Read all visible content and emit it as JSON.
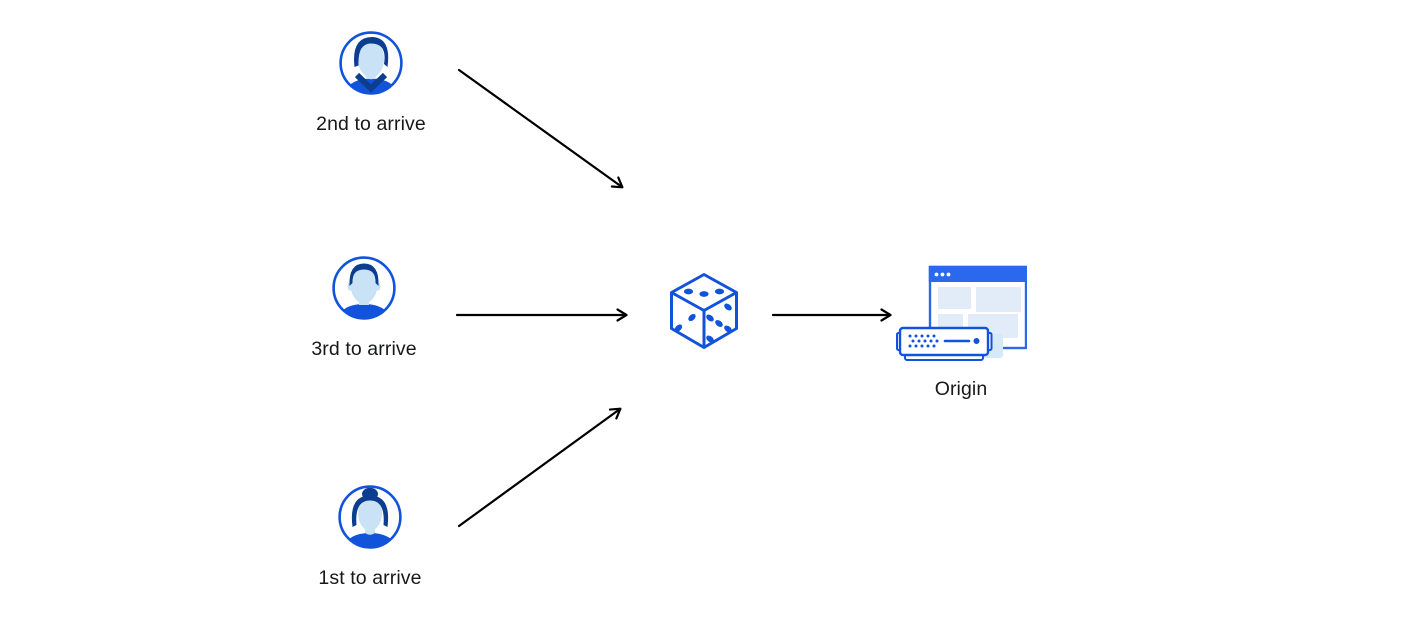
{
  "canvas": {
    "background": "#ffffff"
  },
  "colors": {
    "blue": "#1253dc",
    "dark_navy": "#0d3d8f",
    "skin_blue": "#c9e2f6",
    "panel_blue": "#e1ecf8",
    "window_blue": "#2a68ee",
    "shadow_blue": "#d6e9f8",
    "arrow": "#000000",
    "text": "#17181a"
  },
  "nodes": {
    "visitor_2nd": {
      "label": "2nd to arrive",
      "icon": "avatar-man-swept-hair-icon"
    },
    "visitor_3rd": {
      "label": "3rd to arrive",
      "icon": "avatar-man-short-hair-icon"
    },
    "visitor_1st": {
      "label": "1st to arrive",
      "icon": "avatar-woman-bun-icon"
    },
    "randomizer": {
      "icon": "dice-icon"
    },
    "origin": {
      "label": "Origin",
      "icon": "origin-server-icon"
    }
  },
  "connections": [
    {
      "from": "visitor_2nd",
      "to": "randomizer"
    },
    {
      "from": "visitor_3rd",
      "to": "randomizer"
    },
    {
      "from": "visitor_1st",
      "to": "randomizer"
    },
    {
      "from": "randomizer",
      "to": "origin"
    }
  ]
}
